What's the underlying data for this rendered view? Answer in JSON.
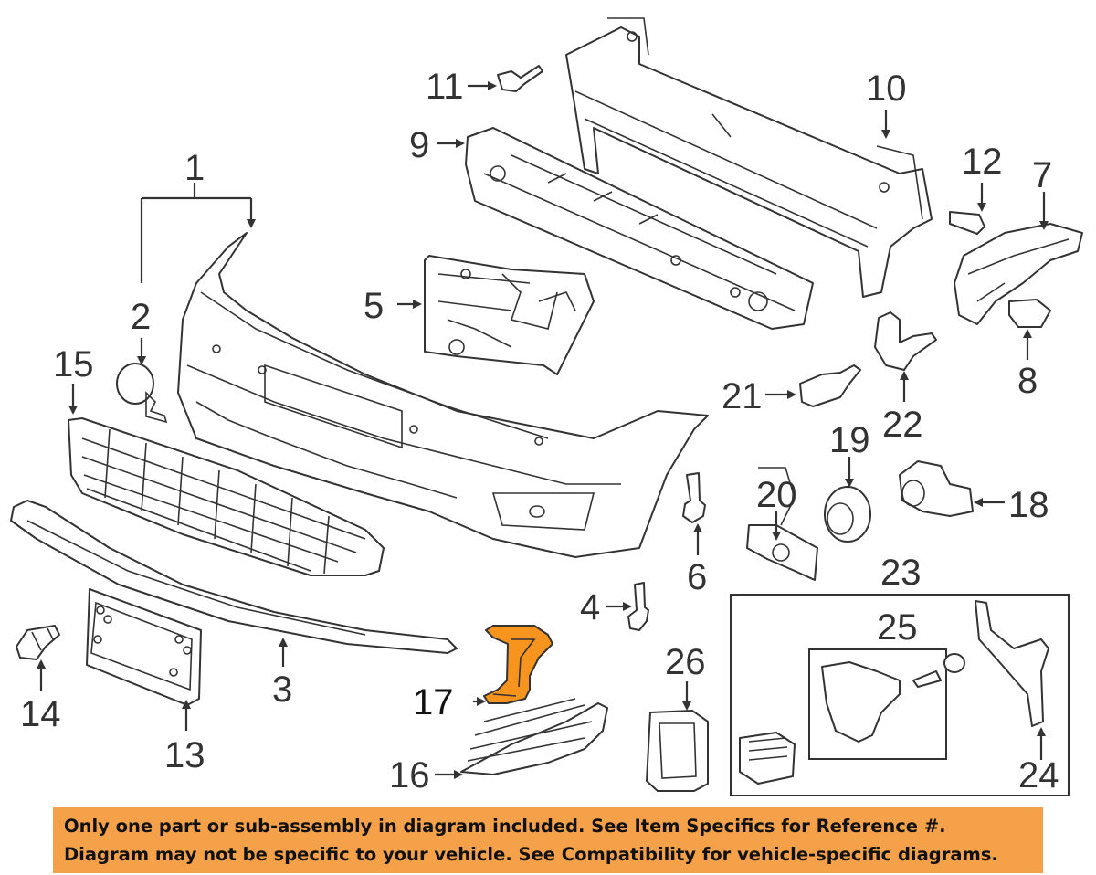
{
  "labels": {
    "l1": "1",
    "l2": "2",
    "l3": "3",
    "l4": "4",
    "l5": "5",
    "l6": "6",
    "l7": "7",
    "l8": "8",
    "l9": "9",
    "l10": "10",
    "l11": "11",
    "l12": "12",
    "l13": "13",
    "l14": "14",
    "l15": "15",
    "l16": "16",
    "l17": "17",
    "l18": "18",
    "l19": "19",
    "l20": "20",
    "l21": "21",
    "l22": "22",
    "l23": "23",
    "l24": "24",
    "l25": "25",
    "l26": "26"
  },
  "highlight_part": "17",
  "colors": {
    "highlight": "#f7941d",
    "banner": "#f5a14a",
    "lines": "#333333"
  },
  "notice": {
    "line1": "Only one part or sub-assembly in diagram included. See Item Specifics for Reference #.",
    "line2": "Diagram may not be specific to your vehicle. See Compatibility for vehicle-specific diagrams."
  }
}
